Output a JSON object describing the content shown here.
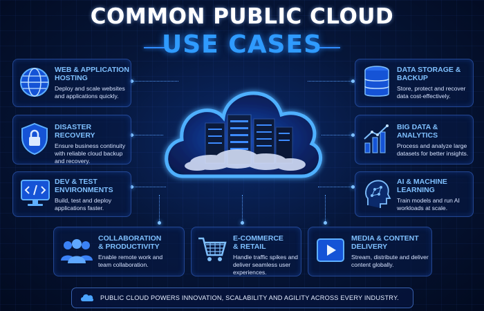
{
  "header": {
    "title_line1": "COMMON PUBLIC CLOUD",
    "title_line2": "USE CASES"
  },
  "cards": {
    "web": {
      "title_l1": "WEB & APPLICATION",
      "title_l2": "HOSTING",
      "desc_l1": "Deploy and scale websites",
      "desc_l2": "and applications quickly.",
      "icon": "globe-icon"
    },
    "disaster": {
      "title_l1": "DISASTER RECOVERY",
      "desc_l1": "Ensure business continuity",
      "desc_l2": "with reliable cloud backup",
      "desc_l3": "and recovery.",
      "icon": "shield-lock-icon"
    },
    "devtest": {
      "title_l1": "DEV & TEST",
      "title_l2": "ENVIRONMENTS",
      "desc_l1": "Build, test and deploy",
      "desc_l2": "applications faster.",
      "icon": "code-monitor-icon"
    },
    "collab": {
      "title_l1": "COLLABORATION",
      "title_l2": "& PRODUCTIVITY",
      "desc_l1": "Enable remote work and",
      "desc_l2": "team collaboration.",
      "icon": "team-icon"
    },
    "ecommerce": {
      "title_l1": "E-COMMERCE",
      "title_l2": "& RETAIL",
      "desc_l1": "Handle traffic spikes and",
      "desc_l2": "deliver seamless user",
      "desc_l3": "experiences.",
      "icon": "shopping-cart-icon"
    },
    "media": {
      "title_l1": "MEDIA & CONTENT",
      "title_l2": "DELIVERY",
      "desc_l1": "Stream, distribute and deliver",
      "desc_l2": "content globally.",
      "icon": "play-icon"
    },
    "storage": {
      "title_l1": "DATA STORAGE &",
      "title_l2": "BACKUP",
      "desc_l1": "Store, protect and recover",
      "desc_l2": "data cost-effectively.",
      "icon": "database-icon"
    },
    "bigdata": {
      "title_l1": "BIG DATA &",
      "title_l2": "ANALYTICS",
      "desc_l1": "Process and analyze large",
      "desc_l2": "datasets for better insights.",
      "icon": "bar-chart-icon"
    },
    "ai": {
      "title_l1": "AI & MACHINE",
      "title_l2": "LEARNING",
      "desc_l1": "Train models and run AI",
      "desc_l2": "workloads at scale.",
      "icon": "ai-head-icon"
    }
  },
  "footer": {
    "text": "PUBLIC CLOUD POWERS INNOVATION, SCALABILITY AND AGILITY ACROSS EVERY INDUSTRY.",
    "icon": "cloud-icon"
  },
  "colors": {
    "accent": "#2f9bff",
    "title_blue": "#7fc0ff",
    "background": "#061639"
  }
}
